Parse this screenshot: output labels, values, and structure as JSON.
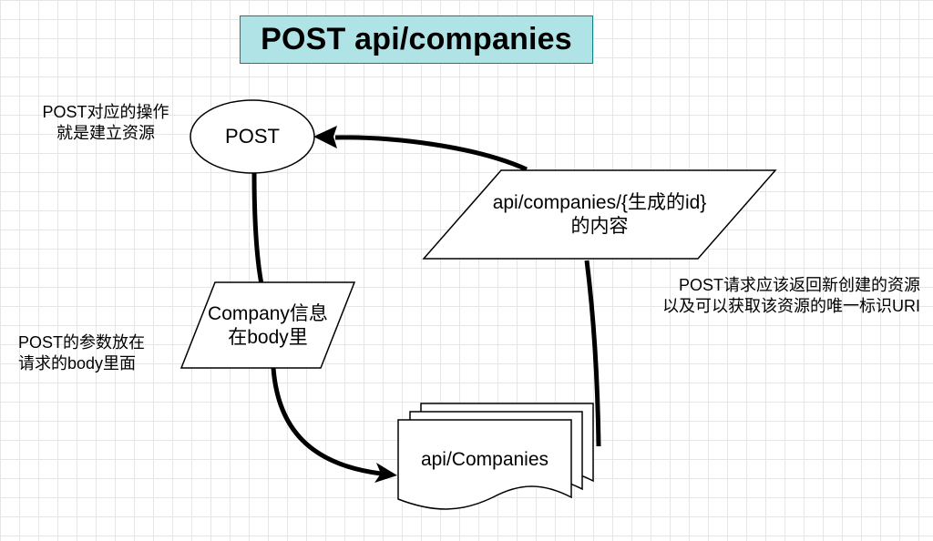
{
  "title": "POST api/companies",
  "nodes": {
    "post_ellipse": "POST",
    "response_parallelogram": "api/companies/{生成的id}\n的内容",
    "body_parallelogram": "Company信息\n在body里",
    "documents": "api/Companies"
  },
  "notes": {
    "post_meaning": "POST对应的操作\n就是建立资源",
    "params_location": "POST的参数放在\n请求的body里面",
    "response_meaning": "POST请求应该返回新创建的资源\n以及可以获取该资源的唯一标识URI"
  },
  "colors": {
    "title_fill": "#b0e3e6",
    "title_stroke": "#0e8088",
    "stroke": "#000000",
    "grid": "#e6e6e6"
  }
}
